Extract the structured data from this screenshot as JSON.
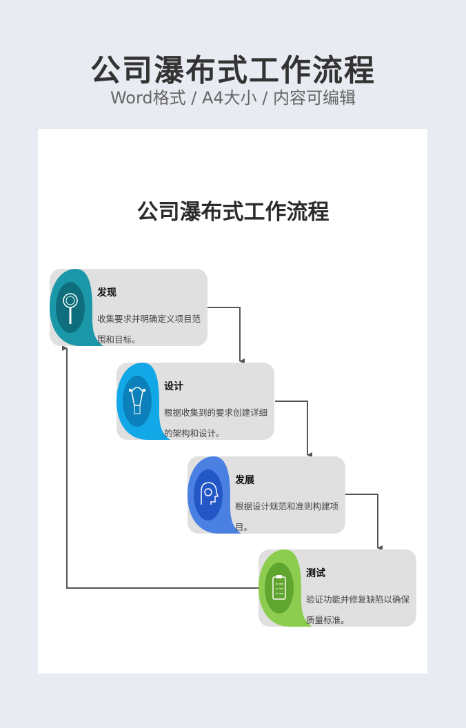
{
  "header": {
    "title": "公司瀑布式工作流程",
    "subtitle": "Word格式 / A4大小 / 内容可编辑"
  },
  "document": {
    "title": "公司瀑布式工作流程",
    "steps": [
      {
        "title": "发现",
        "desc": "收集要求并明确定义项目范围和目标。",
        "icon": "magnifier-icon",
        "color": "#1a97a8",
        "inner": "#0f6e7c"
      },
      {
        "title": "设计",
        "desc": "根据收集到的要求创建详细的架构和设计。",
        "icon": "pen-tool-icon",
        "color": "#12a8e8",
        "inner": "#0c80bb"
      },
      {
        "title": "发展",
        "desc": "根据设计规范和准则构建项目。",
        "icon": "head-gear-icon",
        "color": "#4a80e2",
        "inner": "#2457c6"
      },
      {
        "title": "测试",
        "desc": "验证功能并修复缺陷以确保质量标准。",
        "icon": "clipboard-icon",
        "color": "#8ccc4e",
        "inner": "#5fa52e"
      }
    ]
  }
}
